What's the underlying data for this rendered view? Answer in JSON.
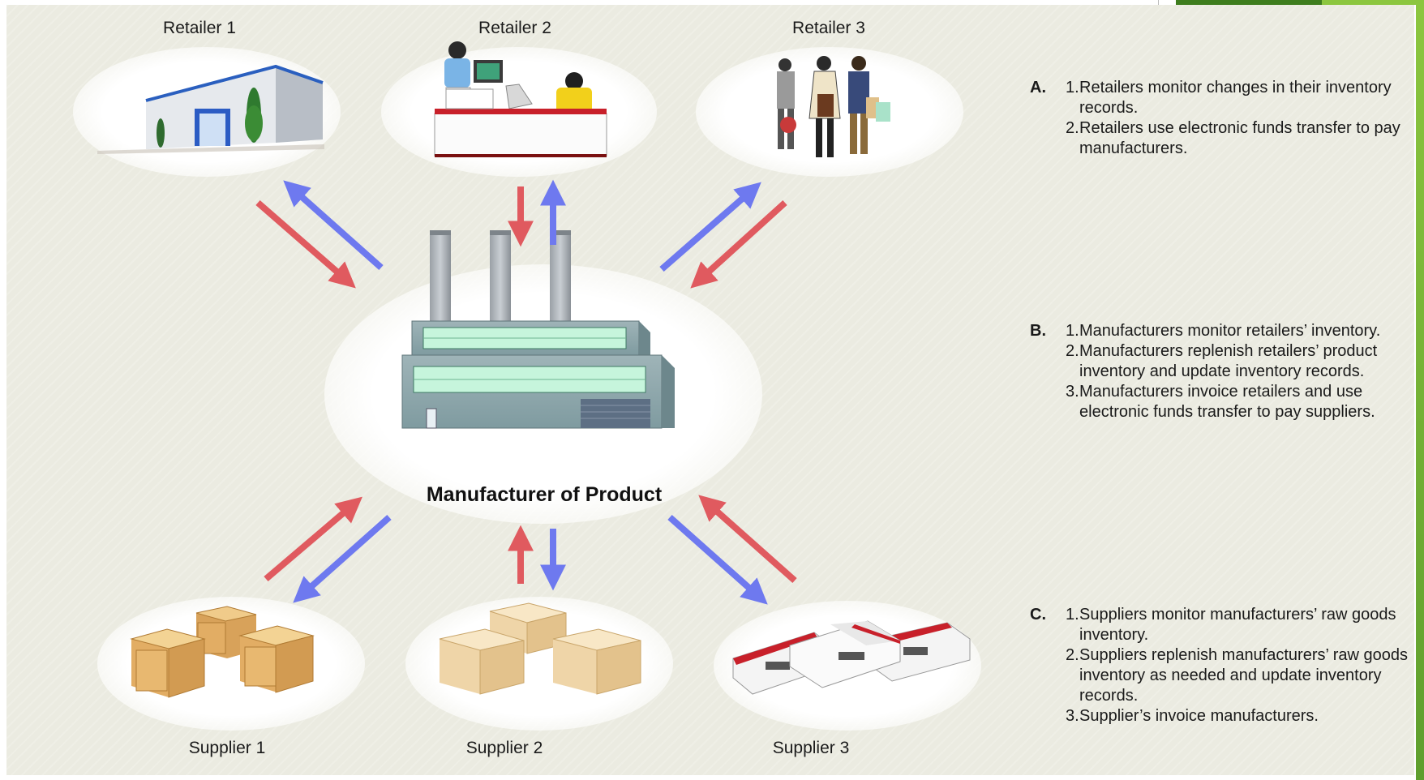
{
  "nodes": {
    "retailer1": "Retailer 1",
    "retailer2": "Retailer 2",
    "retailer3": "Retailer 3",
    "manufacturer": "Manufacturer of Product",
    "supplier1": "Supplier 1",
    "supplier2": "Supplier 2",
    "supplier3": "Supplier 3"
  },
  "steps": [
    {
      "letter": "A.",
      "items": [
        {
          "num": "1.",
          "text": "Retailers monitor changes in their inventory records."
        },
        {
          "num": "2.",
          "text": "Retailers use electronic funds transfer to pay manufacturers."
        }
      ]
    },
    {
      "letter": "B.",
      "items": [
        {
          "num": "1.",
          "text": "Manufacturers monitor retailers’ inventory."
        },
        {
          "num": "2.",
          "text": "Manufacturers replenish retailers’ product inventory and update inventory records."
        },
        {
          "num": "3.",
          "text": "Manufacturers invoice retailers and use electronic funds transfer to pay suppliers."
        }
      ]
    },
    {
      "letter": "C.",
      "items": [
        {
          "num": "1.",
          "text": "Suppliers monitor manufacturers’ raw goods inventory."
        },
        {
          "num": "2.",
          "text": "Suppliers replenish manufacturers’ raw goods inventory as needed and update inventory records."
        },
        {
          "num": "3.",
          "text": "Supplier’s invoice manufacturers."
        }
      ]
    }
  ],
  "colors": {
    "background": "#ebebe1",
    "red_arrow": "#e05a5f",
    "blue_arrow": "#6e79ef",
    "accent_green": "#3e7d1e"
  },
  "icons": [
    "warehouse-icon",
    "checkout-counter-icon",
    "shoppers-icon",
    "factory-icon",
    "wooden-crates-icon",
    "cardboard-boxes-icon",
    "white-boxes-icon"
  ]
}
